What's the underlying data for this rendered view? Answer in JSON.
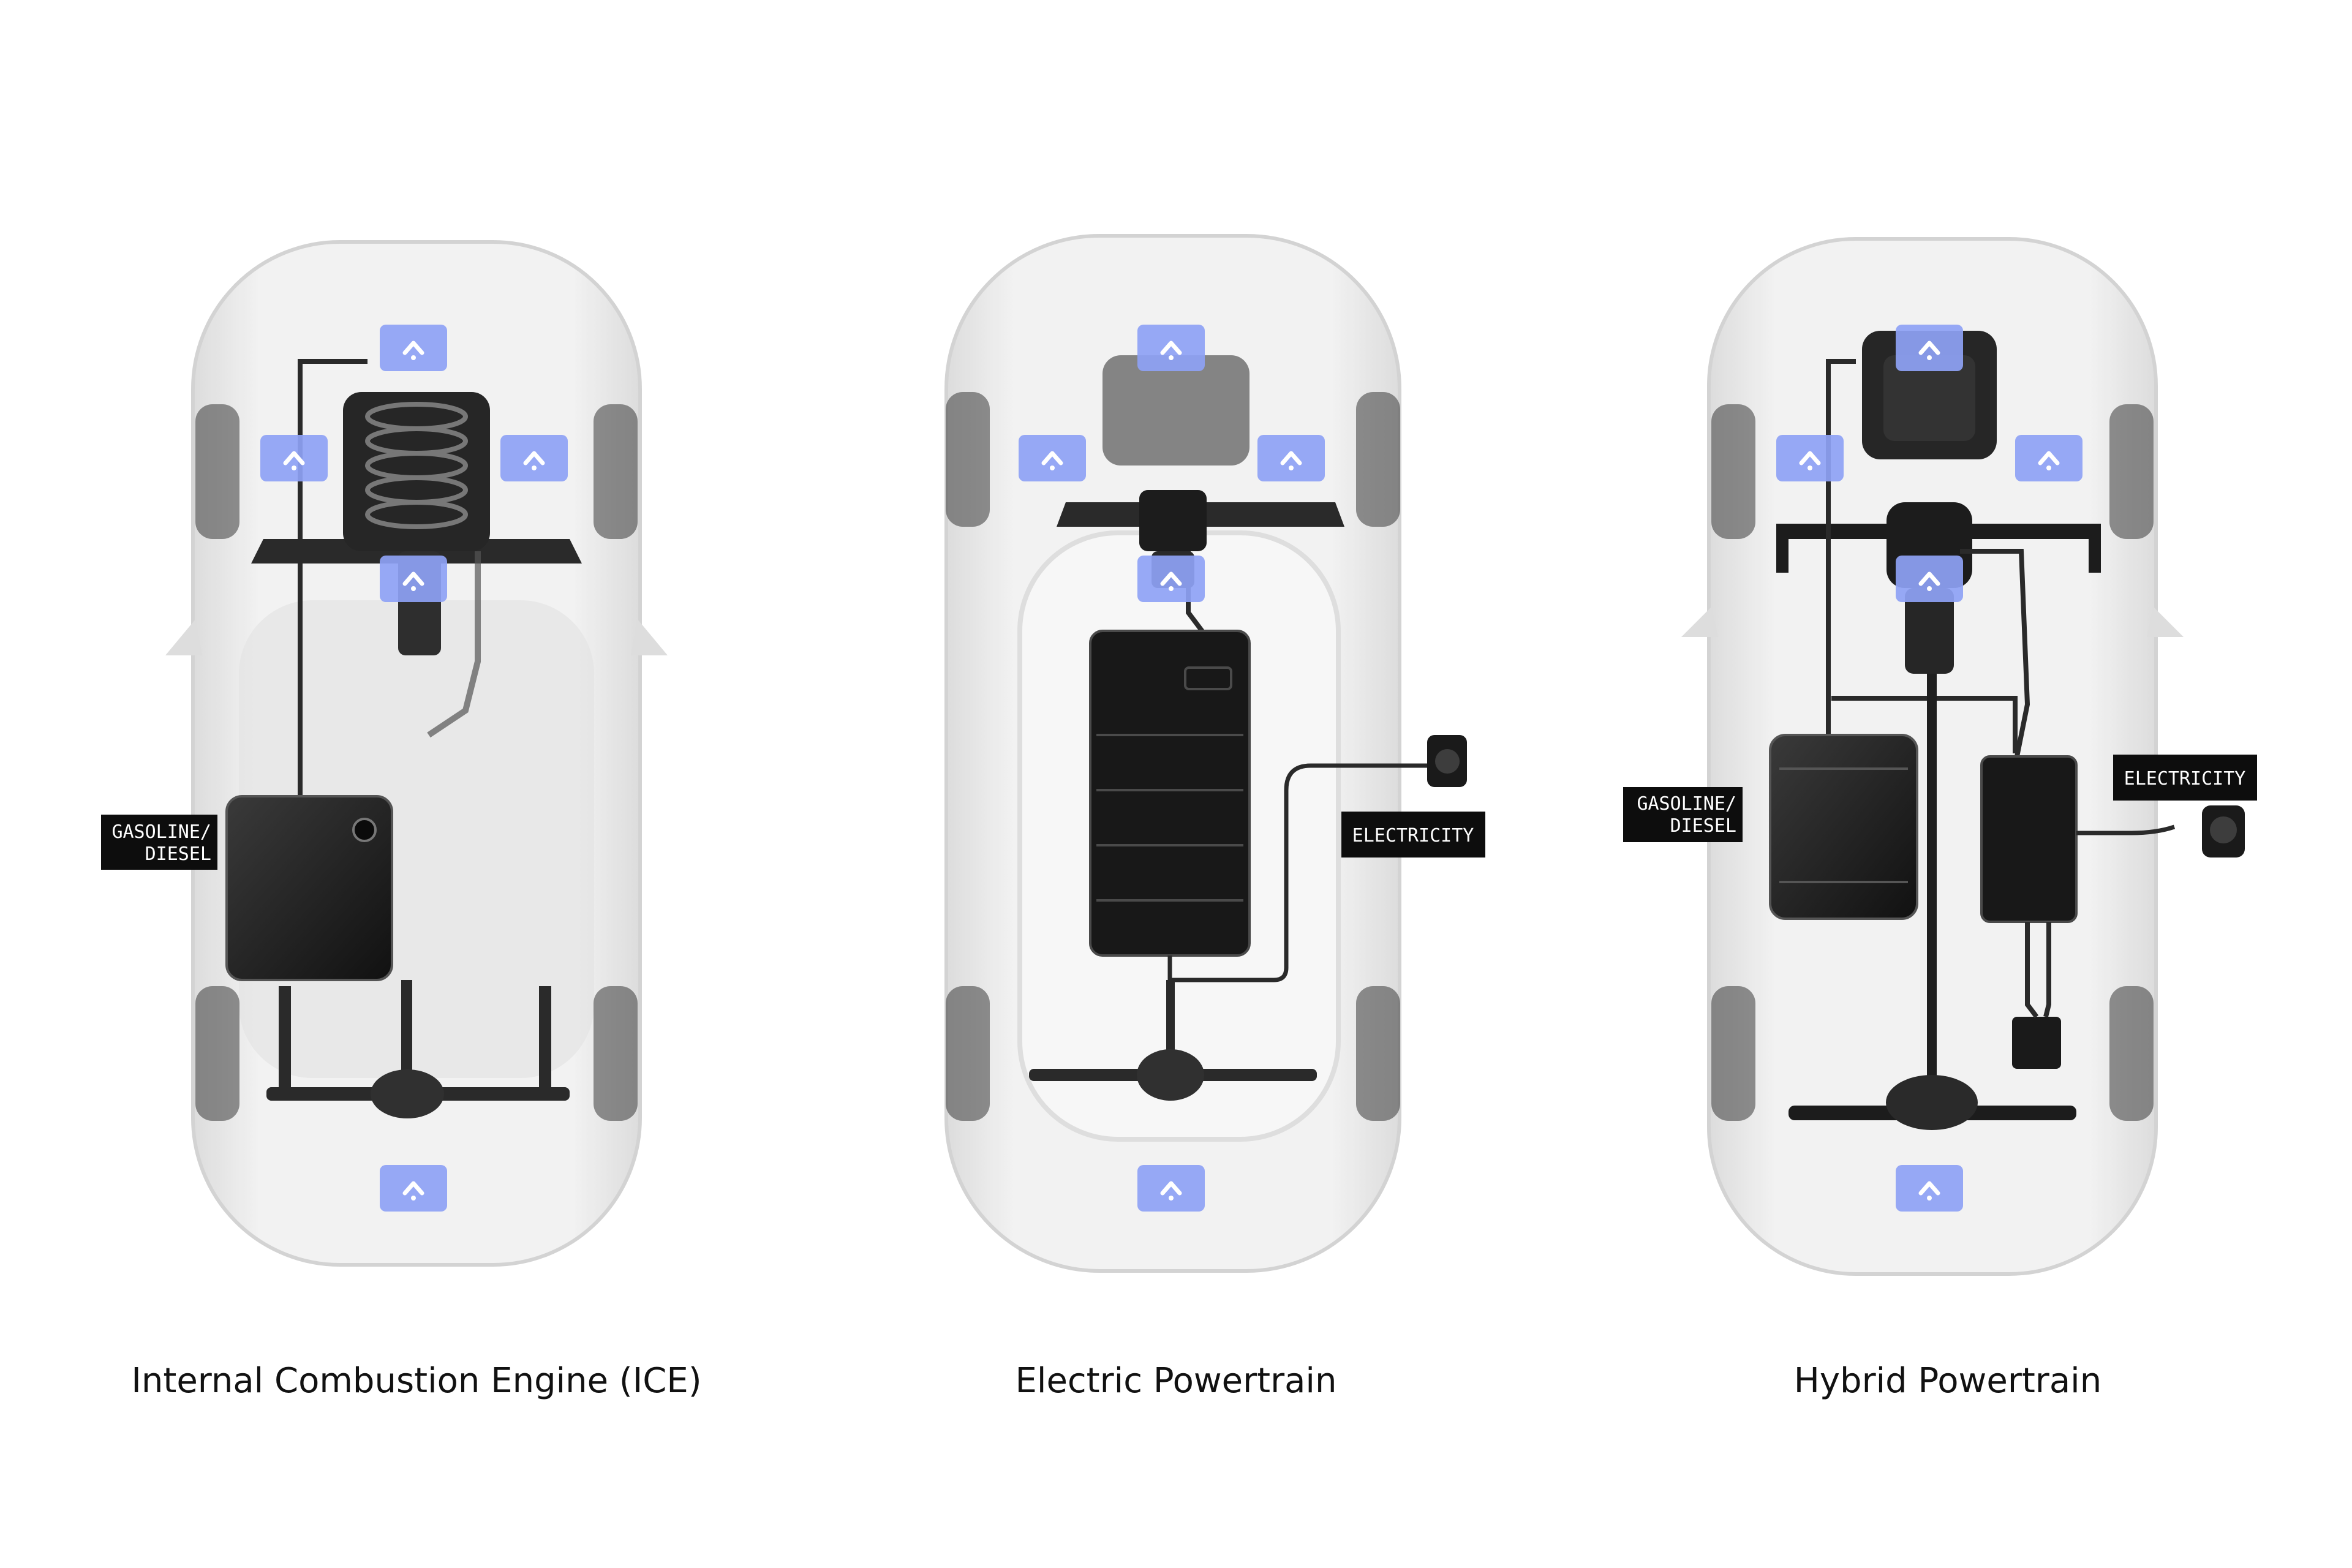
{
  "panels": [
    {
      "caption": "Internal Combustion Engine (ICE)",
      "callouts": [
        {
          "lines": [
            "GASOLINE/",
            "DIESEL"
          ]
        }
      ],
      "components": [
        "engine",
        "fuel-tank",
        "rear-axle"
      ]
    },
    {
      "caption": "Electric Powertrain",
      "callouts": [
        {
          "lines": [
            "ELECTRICITY"
          ]
        }
      ],
      "components": [
        "electric-motor",
        "battery-pack",
        "charge-port",
        "rear-axle"
      ]
    },
    {
      "caption": "Hybrid Powertrain",
      "callouts": [
        {
          "lines": [
            "GASOLINE/",
            "DIESEL"
          ]
        },
        {
          "lines": [
            "ELECTRICITY"
          ]
        }
      ],
      "components": [
        "engine",
        "fuel-tank",
        "battery-pack",
        "charge-port",
        "rear-axle"
      ]
    }
  ],
  "colors": {
    "marker_fill": "#8ea2f5",
    "marker_icon": "#ffffff",
    "callout_bg": "#0d0d0d",
    "component_dark": "#1c1c1c",
    "car_body": "#eeeeee"
  },
  "marker_icon_name": "caret-up-icon"
}
